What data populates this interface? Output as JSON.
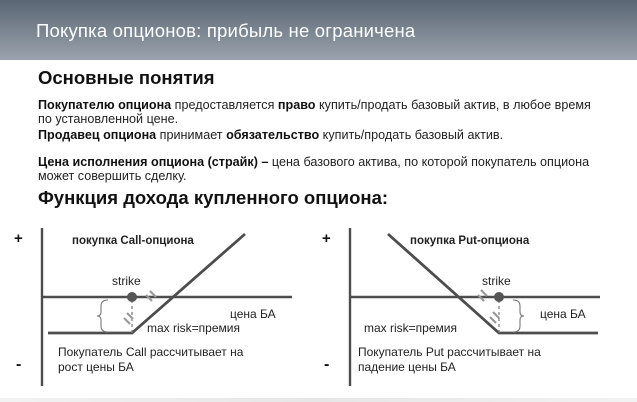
{
  "header": {
    "title": "Покупка опционов: прибыль не ограничена"
  },
  "basics": {
    "title": "Основные понятия",
    "p1_term": "Покупателю опциона",
    "p1_a": " предоставляется ",
    "p1_bold": "право",
    "p1_b": " купить/продать базовый актив, в любое время",
    "p1_line2": "по установленной цене.",
    "p2_term": "Продавец опциона",
    "p2_a": " принимает ",
    "p2_bold": "обязательство",
    "p2_b": " купить/продать базовый актив.",
    "p3_term": "Цена исполнения опциона (страйк) –",
    "p3_a": " цена базового актива, по которой покупатель опциона",
    "p3_line2": "может совершить сделку."
  },
  "payoff": {
    "title": "Функция дохода купленного опциона:",
    "call": {
      "title": "покупка Call-опциона",
      "plus": "+",
      "minus": "-",
      "strike": "strike",
      "axis": "цена БА",
      "risk": "max risk=премия",
      "note_line1": "Покупатель Call рассчитывает на",
      "note_line2": "рост цены БА"
    },
    "put": {
      "title": "покупка Put-опциона",
      "plus": "+",
      "minus": "-",
      "strike": "strike",
      "axis": "цена БА",
      "risk": "max risk=премия",
      "note_line1": "Покупатель Put рассчитывает на",
      "note_line2": "падение цены БА"
    }
  },
  "colors": {
    "line": "#4d4d4d",
    "strike_dot": "#555555",
    "header": "#7d8793"
  }
}
